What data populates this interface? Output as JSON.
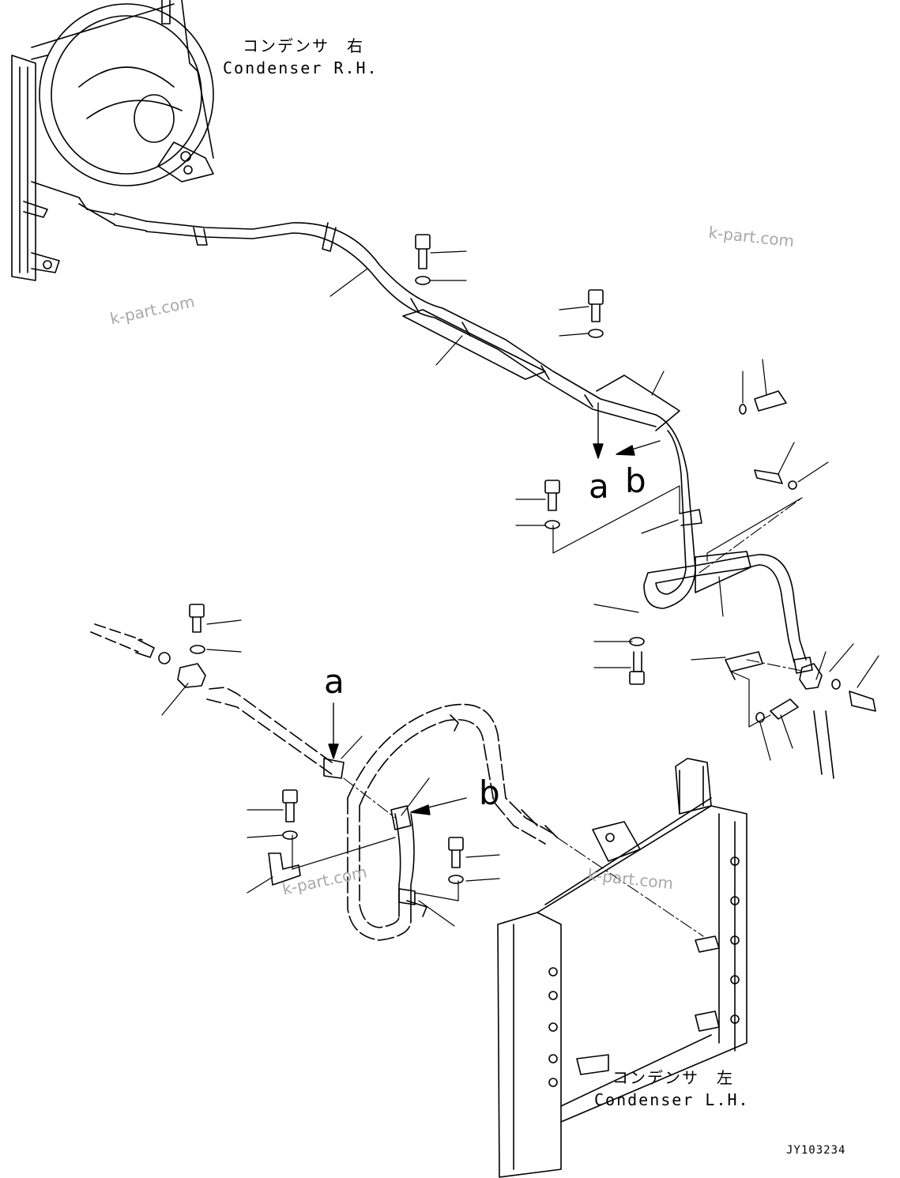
{
  "labels": {
    "condenser_rh_jp": "コンデンサ　右",
    "condenser_rh_en": "Condenser R.H.",
    "condenser_lh_jp": "コンデンサ　左",
    "condenser_lh_en": "Condenser L.H."
  },
  "markers": {
    "a_upper": "a",
    "b_upper": "b",
    "a_lower": "a",
    "b_lower": "b"
  },
  "watermarks": [
    "k-part.com",
    "k-part.com",
    "k-part.com",
    "k-part.com"
  ],
  "drawing_code": "JY103234"
}
